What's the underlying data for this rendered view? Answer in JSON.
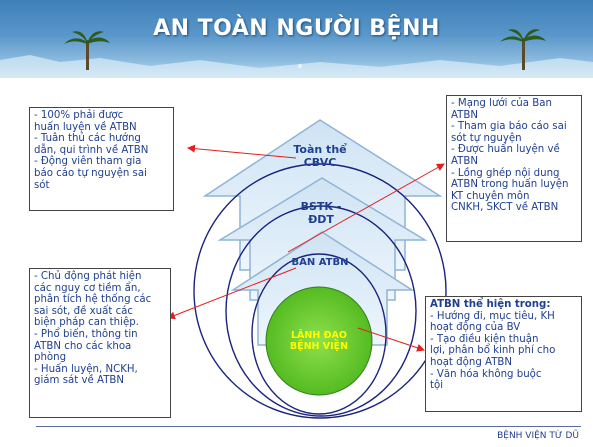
{
  "title": "AN TOÀN NGƯỜI BỆNH",
  "footer": "BỆNH VIỆN TỪ DŨ",
  "levels": {
    "outer": [
      "Toàn thể",
      "CBVC"
    ],
    "second": [
      "BSTK -",
      "ĐDT"
    ],
    "third": [
      "BAN ATBN"
    ],
    "core": [
      "LÃNH ĐẠO",
      "BỆNH VIỆN"
    ]
  },
  "boxes": {
    "top_left": [
      "- 100% phải được",
      "huấn luyện về ATBN",
      "- Tuân thủ các hướng",
      "dẫn, qui trình về ATBN",
      "- Động viên tham gia",
      "báo cáo tự nguyện sai",
      "sót"
    ],
    "top_right": [
      "- Mạng lưới của Ban",
      "ATBN",
      "- Tham gia báo cáo sai",
      "sót tự nguyện",
      "- Được huấn luyện về",
      "ATBN",
      "- Lồng ghép nội dung",
      "ATBN trong huấn luyện",
      "KT chuyên môn",
      "CNKH, SKCT về ATBN"
    ],
    "bottom_left": [
      "- Chủ động phát hiện",
      "các nguy cơ tiềm ẩn,",
      "phân tích hệ thống các",
      "sai sót, đề xuất các",
      "biện pháp can thiệp.",
      "- Phổ biến, thông tin",
      "ATBN cho các khoa",
      "phòng",
      "- Huấn luyện, NCKH,",
      "giám sát về ATBN"
    ],
    "bottom_right_heading": "ATBN thể hiện trong:",
    "bottom_right": [
      "- Hướng đi, mục tiêu, KH",
      "hoạt động của BV",
      "- Tạo điều kiện thuận",
      "lợi, phân bổ kinh phí cho",
      "hoạt động ATBN",
      "- Văn hóa không buộc",
      "tội"
    ]
  },
  "colors": {
    "header_blue": "#4a88c0",
    "text_blue": "#1f3f8f",
    "arrow_red": "#e02020",
    "core_green": "#66cc33",
    "core_text": "#ffff00"
  }
}
